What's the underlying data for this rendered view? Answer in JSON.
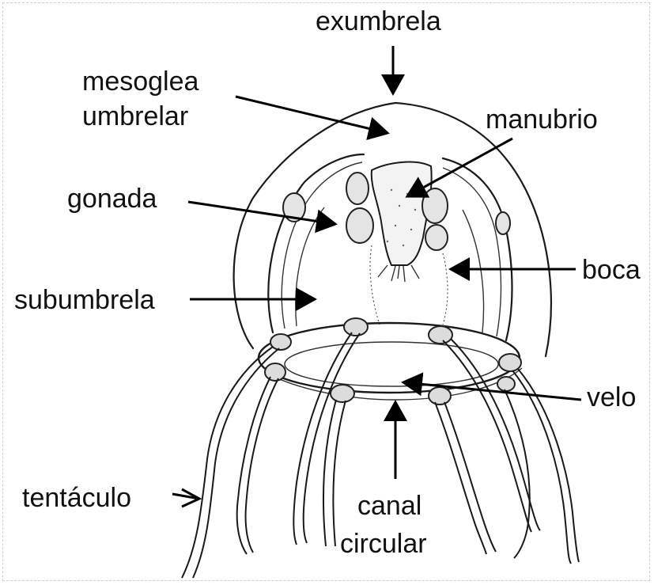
{
  "labels": {
    "exumbrela": "exumbrela",
    "mesoglea_line1": "mesoglea",
    "mesoglea_line2": "umbrelar",
    "manubrio": "manubrio",
    "gonada": "gonada",
    "boca": "boca",
    "subumbrela": "subumbrela",
    "velo": "velo",
    "tentaculo": "tentáculo",
    "canal_line1": "canal",
    "canal_line2": "circular"
  },
  "colors": {
    "ink": "#111111",
    "background": "#ffffff"
  }
}
